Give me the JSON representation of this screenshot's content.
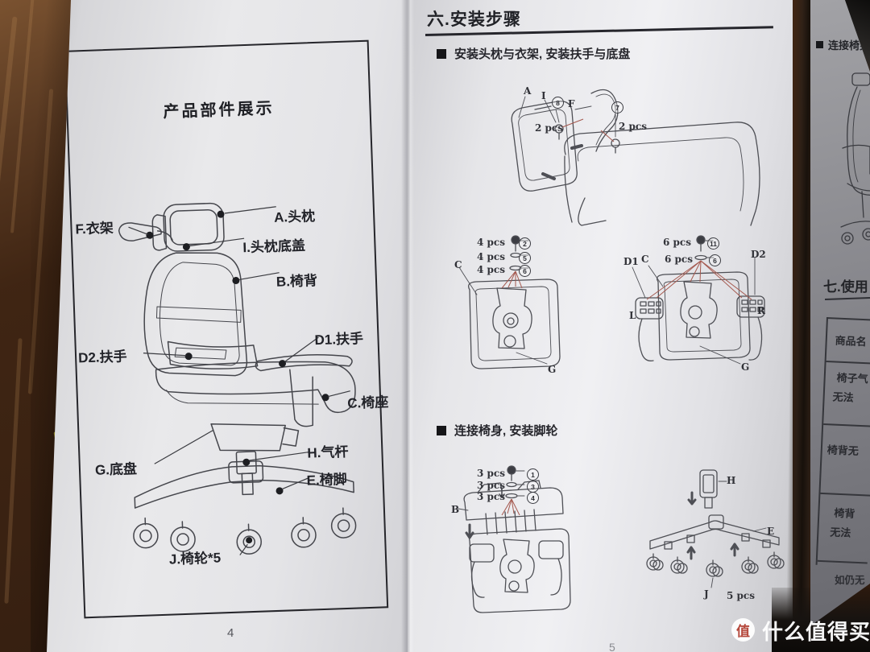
{
  "watermark": {
    "badge": "值",
    "brand": "什么值得买"
  },
  "left_page": {
    "page_number": "4",
    "box_title": "产品部件展示",
    "parts": {
      "f": "F.衣架",
      "a": "A.头枕",
      "i": "I.头枕底盖",
      "b": "B.椅背",
      "d1": "D1.扶手",
      "d2": "D2.扶手",
      "c": "C.椅座",
      "g": "G.底盘",
      "h": "H.气杆",
      "e": "E.椅脚",
      "j": "J.椅轮*5"
    }
  },
  "middle_page": {
    "page_number": "5",
    "header": "六.安装步骤",
    "step1_title": "安装头枕与衣架, 安装扶手与底盘",
    "step2_title": "连接椅身, 安装脚轮",
    "diag1": {
      "a": "A",
      "i": "I",
      "n8": "8",
      "f": "F",
      "n7": "7",
      "qty_left": "2 pcs",
      "qty_right": "2 pcs"
    },
    "diag2": {
      "c": "C",
      "g": "G",
      "rows": [
        {
          "qty": "4 pcs",
          "num": "2"
        },
        {
          "qty": "4 pcs",
          "num": "5"
        },
        {
          "qty": "4 pcs",
          "num": "6"
        }
      ]
    },
    "diag3": {
      "d1": "D1",
      "c": "C",
      "d2": "D2",
      "l": "L",
      "r": "R",
      "g": "G",
      "rows": [
        {
          "qty": "6 pcs",
          "num": "11"
        },
        {
          "qty": "6 pcs",
          "num": "6"
        }
      ]
    },
    "diag4": {
      "b": "B",
      "rows": [
        {
          "qty": "3 pcs",
          "num": "1"
        },
        {
          "qty": "3 pcs",
          "num": "3"
        },
        {
          "qty": "3 pcs",
          "num": "4"
        }
      ]
    },
    "diag5": {
      "h": "H",
      "e": "E",
      "j": "J",
      "qty": "5 pcs"
    }
  },
  "right_page": {
    "step_title": "连接椅身与",
    "section_header": "七.使用",
    "table": {
      "header": "商品名",
      "row1_line1": "椅子气",
      "row1_line2": "无法",
      "row2": "椅背无",
      "row3_line1": "椅背",
      "row3_line2": "无法"
    },
    "footnote": "如仍无"
  }
}
